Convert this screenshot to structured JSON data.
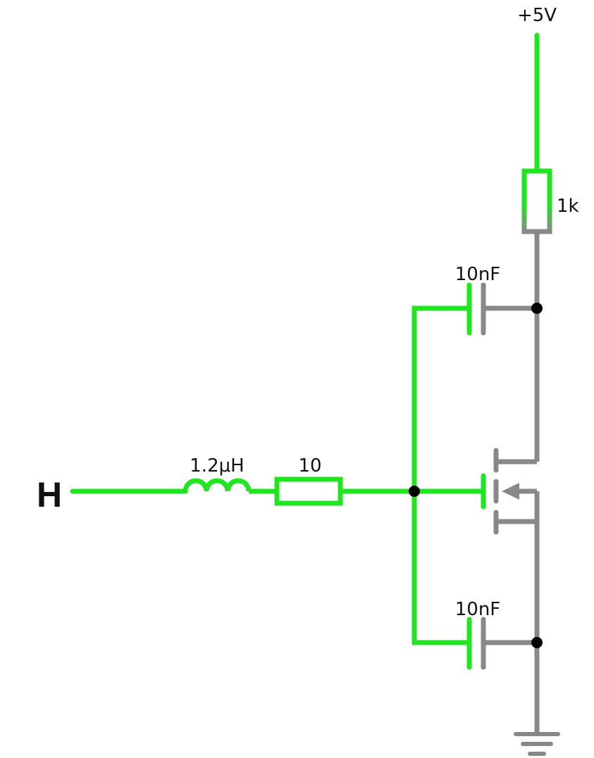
{
  "colors": {
    "active": "#22e522",
    "inactive": "#888888",
    "node": "#000000",
    "text": "#111111",
    "background": "#ffffff"
  },
  "labels": {
    "supply": "+5V",
    "input": "H",
    "inductor": "1.2μH",
    "series_resistor": "10",
    "pullup_resistor": "1k",
    "cap_top": "10nF",
    "cap_bottom": "10nF"
  },
  "components": [
    {
      "id": "supply",
      "kind": "voltage-source",
      "label": "+5V"
    },
    {
      "id": "input",
      "kind": "signal-input",
      "label": "H"
    },
    {
      "id": "L1",
      "kind": "inductor",
      "value": "1.2μH"
    },
    {
      "id": "R1",
      "kind": "resistor",
      "value": "10"
    },
    {
      "id": "R2",
      "kind": "resistor",
      "value": "1k"
    },
    {
      "id": "C1",
      "kind": "capacitor",
      "value": "10nF"
    },
    {
      "id": "C2",
      "kind": "capacitor",
      "value": "10nF"
    },
    {
      "id": "Q1",
      "kind": "n-mosfet"
    },
    {
      "id": "GND",
      "kind": "ground"
    }
  ]
}
